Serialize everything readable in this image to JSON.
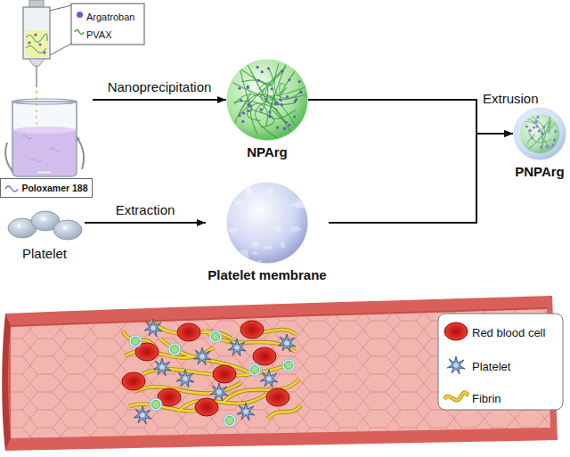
{
  "diagram": {
    "nodes": [
      {
        "text": [
          "Poloxamer 188"
        ]
      },
      {
        "text": [
          "NPArg"
        ]
      },
      {
        "text": [
          "Platelet"
        ]
      },
      {
        "text": [
          "Platelet membrane"
        ]
      },
      {
        "text": [
          "PNPArg"
        ]
      }
    ],
    "edges": [
      {
        "from": 0,
        "to": 1,
        "arrow": "to",
        "label": "Nanoprecipitation"
      },
      {
        "from": 2,
        "to": 3,
        "arrow": "to",
        "label": "Extraction"
      },
      {
        "from": 1,
        "to": 4,
        "arrow": "to",
        "label": "Extrusion"
      },
      {
        "from": 3,
        "to": 4,
        "arrow": "to"
      }
    ],
    "legend": [
      {
        "text": "Argatroban",
        "color": "#7456c6"
      },
      {
        "text": "PVAX"
      },
      {
        "text": "Red blood cell"
      },
      {
        "text": "Platelet"
      },
      {
        "text": "Fibrin"
      }
    ]
  }
}
